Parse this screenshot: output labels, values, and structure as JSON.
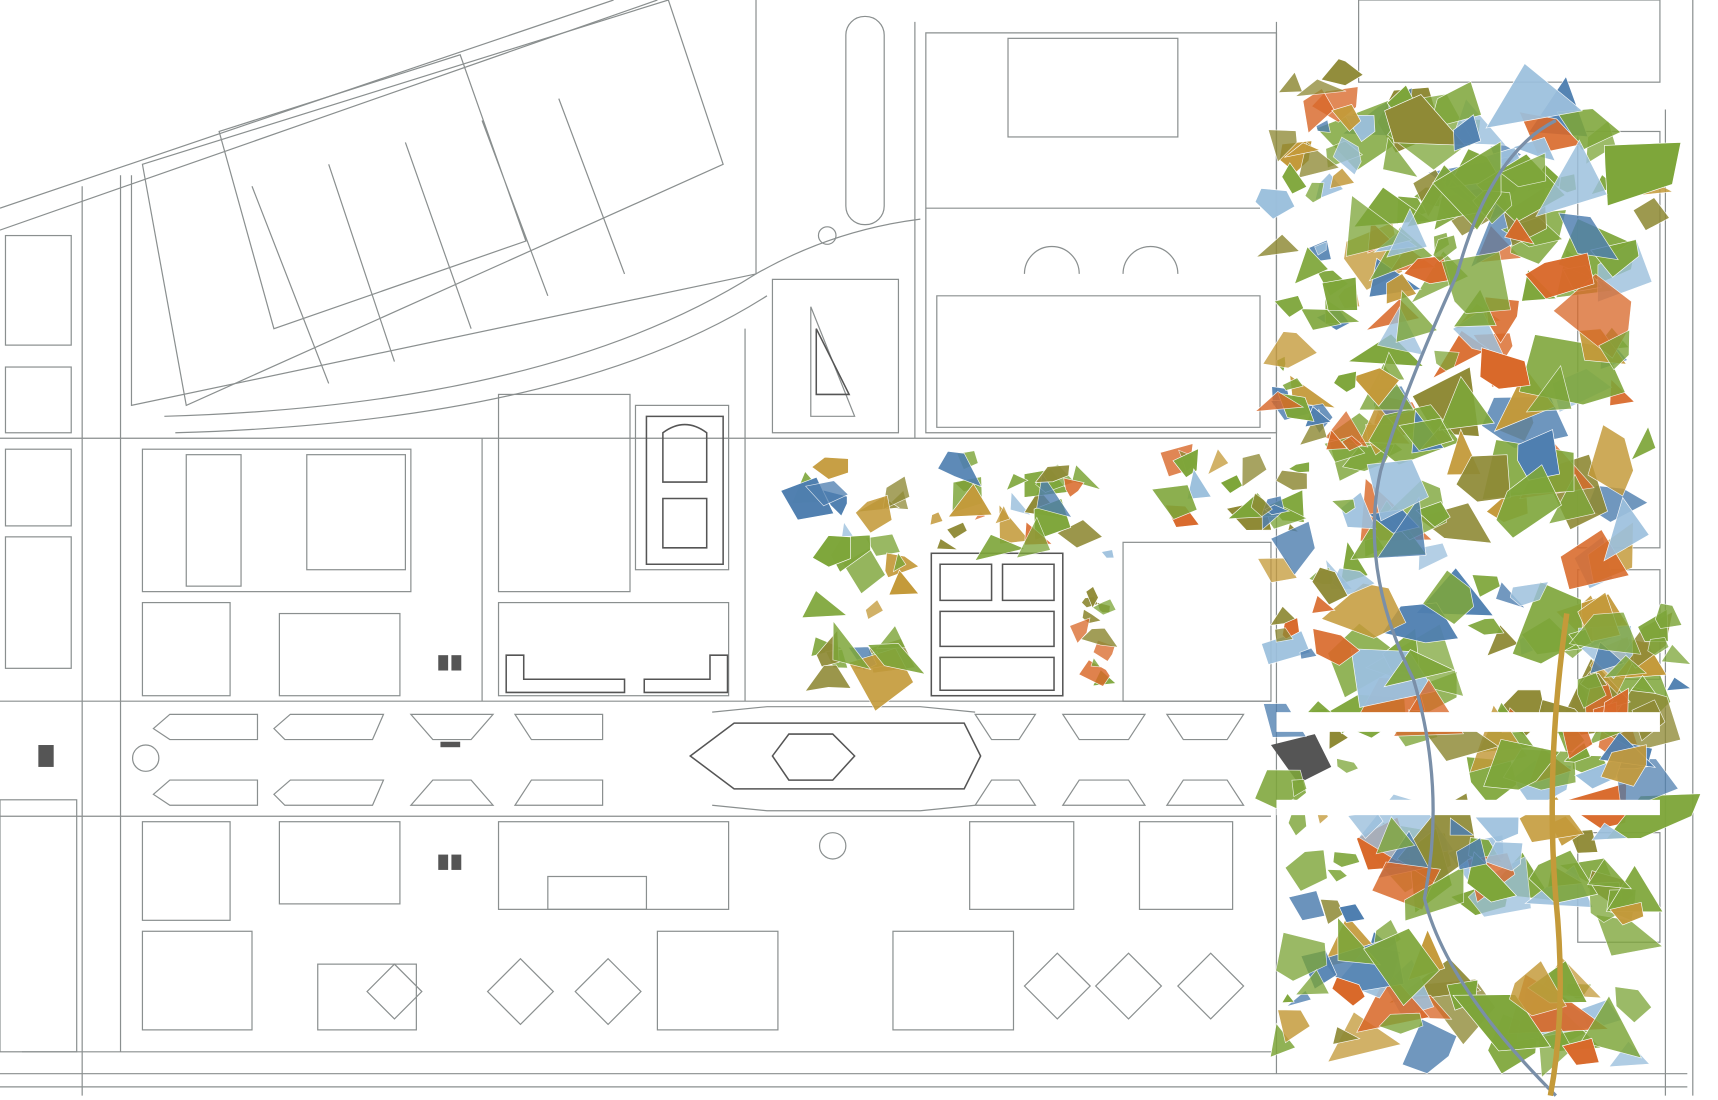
{
  "plan": {
    "palette": {
      "linework": "#8a8f8f",
      "dark_linework": "#555555",
      "green": "#7ea63a",
      "olive": "#8f8a36",
      "orange": "#d9692a",
      "blue": "#4f7fb0",
      "light_blue": "#9cc0dd",
      "ochre": "#c49a3a",
      "background": "#ffffff"
    },
    "layers": [
      "urban-grid-linework",
      "park-collage-strip",
      "central-collage-patches"
    ]
  }
}
